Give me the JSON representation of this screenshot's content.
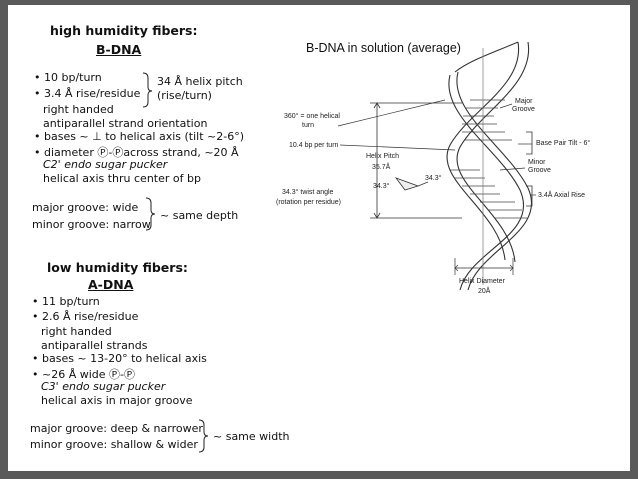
{
  "bdna": {
    "title": "high humidity fibers:",
    "subtitle": "B-DNA",
    "lines": [
      "• 10 bp/turn",
      "• 3.4 Å rise/residue",
      "right handed",
      "antiparallel strand orientation",
      "• bases ~ ⊥ to helical axis (tilt ~2-6°)",
      "• diameter Ⓟ-Ⓟacross strand, ~20 Å",
      "C2' endo sugar pucker",
      "helical axis thru center of bp"
    ],
    "brace_note_1": "34 Å helix pitch",
    "brace_note_2": "(rise/turn)",
    "groove_major": "major groove: wide",
    "groove_minor": "minor groove: narrow",
    "groove_note": "~ same depth"
  },
  "adna": {
    "title": "low humidity fibers:",
    "subtitle": "A-DNA",
    "lines": [
      "• 11 bp/turn",
      "• 2.6 Å rise/residue",
      "right handed",
      "antiparallel strands",
      "• bases ~ 13-20° to helical axis",
      "• ~26 Å wide Ⓟ-Ⓟ",
      "C3' endo sugar pucker",
      "helical axis in major groove"
    ],
    "groove_major": "major groove: deep & narrower",
    "groove_minor": "minor groove: shallow & wider",
    "groove_note": "~ same width"
  },
  "diagram": {
    "title": "B-DNA in solution (average)",
    "turn_label_1": "360° = one helical",
    "turn_label_2": "turn",
    "bp_per_turn": "10.4 bp per turn",
    "pitch_label": "Helix Pitch",
    "pitch_value": "35.7Å",
    "twist_label_1": "34.3° twist angle",
    "twist_label_2": "(rotation per residue)",
    "twist_value_a": "34.3°",
    "twist_value_b": "34.3°",
    "major_groove_1": "Major",
    "major_groove_2": "Groove",
    "tilt_label": "Base Pair Tilt - 6°",
    "minor_groove_1": "Minor",
    "minor_groove_2": "Groove",
    "axial_rise": "3.4Å Axial Rise",
    "diameter_label": "Helix Diameter",
    "diameter_value": "20Å"
  }
}
